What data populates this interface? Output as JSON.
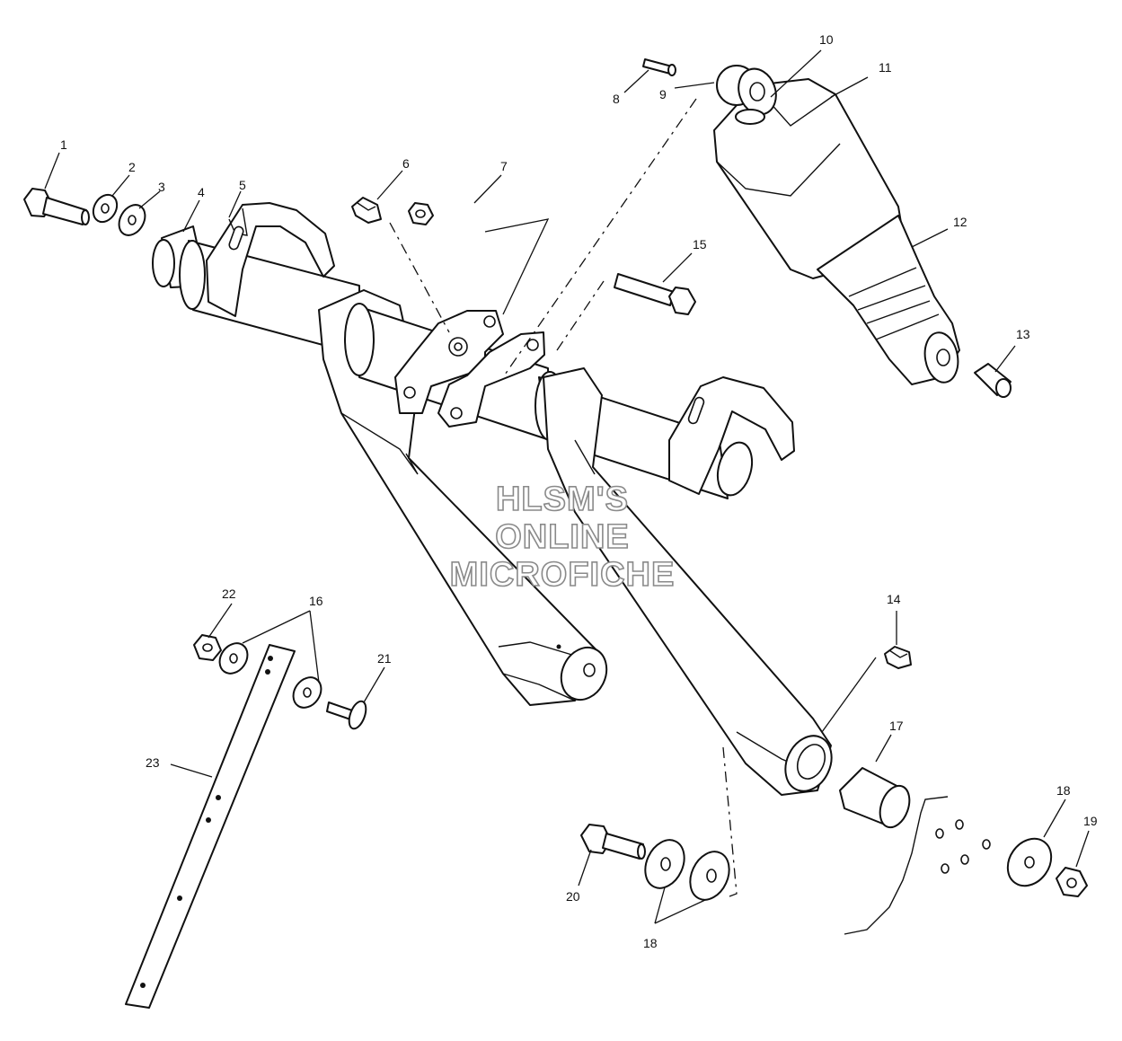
{
  "callouts": [
    {
      "id": "1",
      "label": "1"
    },
    {
      "id": "2",
      "label": "2"
    },
    {
      "id": "3",
      "label": "3"
    },
    {
      "id": "4",
      "label": "4"
    },
    {
      "id": "5",
      "label": "5"
    },
    {
      "id": "6",
      "label": "6"
    },
    {
      "id": "7",
      "label": "7"
    },
    {
      "id": "8",
      "label": "8"
    },
    {
      "id": "9",
      "label": "9"
    },
    {
      "id": "10",
      "label": "10"
    },
    {
      "id": "11",
      "label": "11"
    },
    {
      "id": "12",
      "label": "12"
    },
    {
      "id": "13",
      "label": "13"
    },
    {
      "id": "14",
      "label": "14"
    },
    {
      "id": "15",
      "label": "15"
    },
    {
      "id": "16",
      "label": "16"
    },
    {
      "id": "17",
      "label": "17"
    },
    {
      "id": "18a",
      "label": "18"
    },
    {
      "id": "18b",
      "label": "18"
    },
    {
      "id": "19",
      "label": "19"
    },
    {
      "id": "20",
      "label": "20"
    },
    {
      "id": "21",
      "label": "21"
    },
    {
      "id": "22",
      "label": "22"
    },
    {
      "id": "23",
      "label": "23"
    }
  ],
  "watermark": {
    "line1": "HLSM'S",
    "line2": "ONLINE",
    "line3": "MICROFICHE"
  },
  "colors": {
    "line": "#111111",
    "background": "#ffffff",
    "watermark_outline": "#8a8a8a"
  }
}
